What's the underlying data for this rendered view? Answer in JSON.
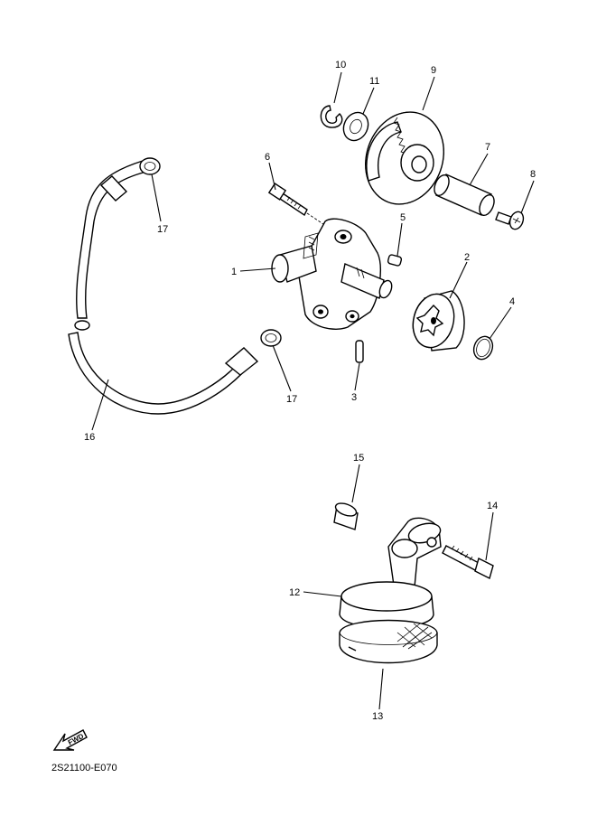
{
  "diagram_code": "2S21100-E070",
  "fwd_label": "FWD",
  "callouts": {
    "p1": "1",
    "p2": "2",
    "p3": "3",
    "p4": "4",
    "p5": "5",
    "p6": "6",
    "p7": "7",
    "p8": "8",
    "p9": "9",
    "p10": "10",
    "p11": "11",
    "p12": "12",
    "p13": "13",
    "p14": "14",
    "p15": "15",
    "p16": "16",
    "p17a": "17",
    "p17b": "17"
  }
}
